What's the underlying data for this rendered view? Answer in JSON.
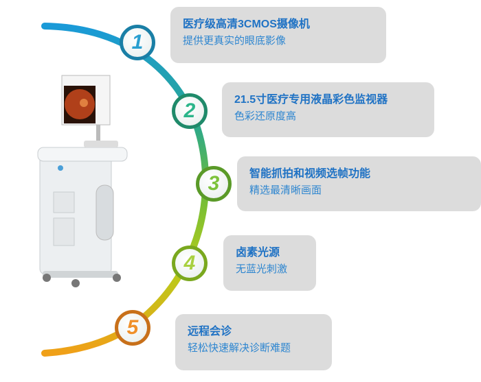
{
  "features": [
    {
      "number": "1",
      "title": "医疗级高清3CMOS摄像机",
      "subtitle": "提供更真实的眼底影像",
      "color": "#1a7fa6",
      "text_color": "#2a9fd0"
    },
    {
      "number": "2",
      "title": "21.5寸医疗专用液晶彩色监视器",
      "subtitle": "色彩还原度高",
      "color": "#1f8a6a",
      "text_color": "#2bb58a"
    },
    {
      "number": "3",
      "title": "智能抓拍和视频选帧功能",
      "subtitle": "精选最清晰画面",
      "color": "#5a9a28",
      "text_color": "#7cc23a"
    },
    {
      "number": "4",
      "title": "卤素光源",
      "subtitle": "无蓝光刺激",
      "color": "#7aa81e",
      "text_color": "#a8d040"
    },
    {
      "number": "5",
      "title": "远程会诊",
      "subtitle": "轻松快速解决诊断难题",
      "color": "#c8701a",
      "text_color": "#f0902a"
    }
  ]
}
